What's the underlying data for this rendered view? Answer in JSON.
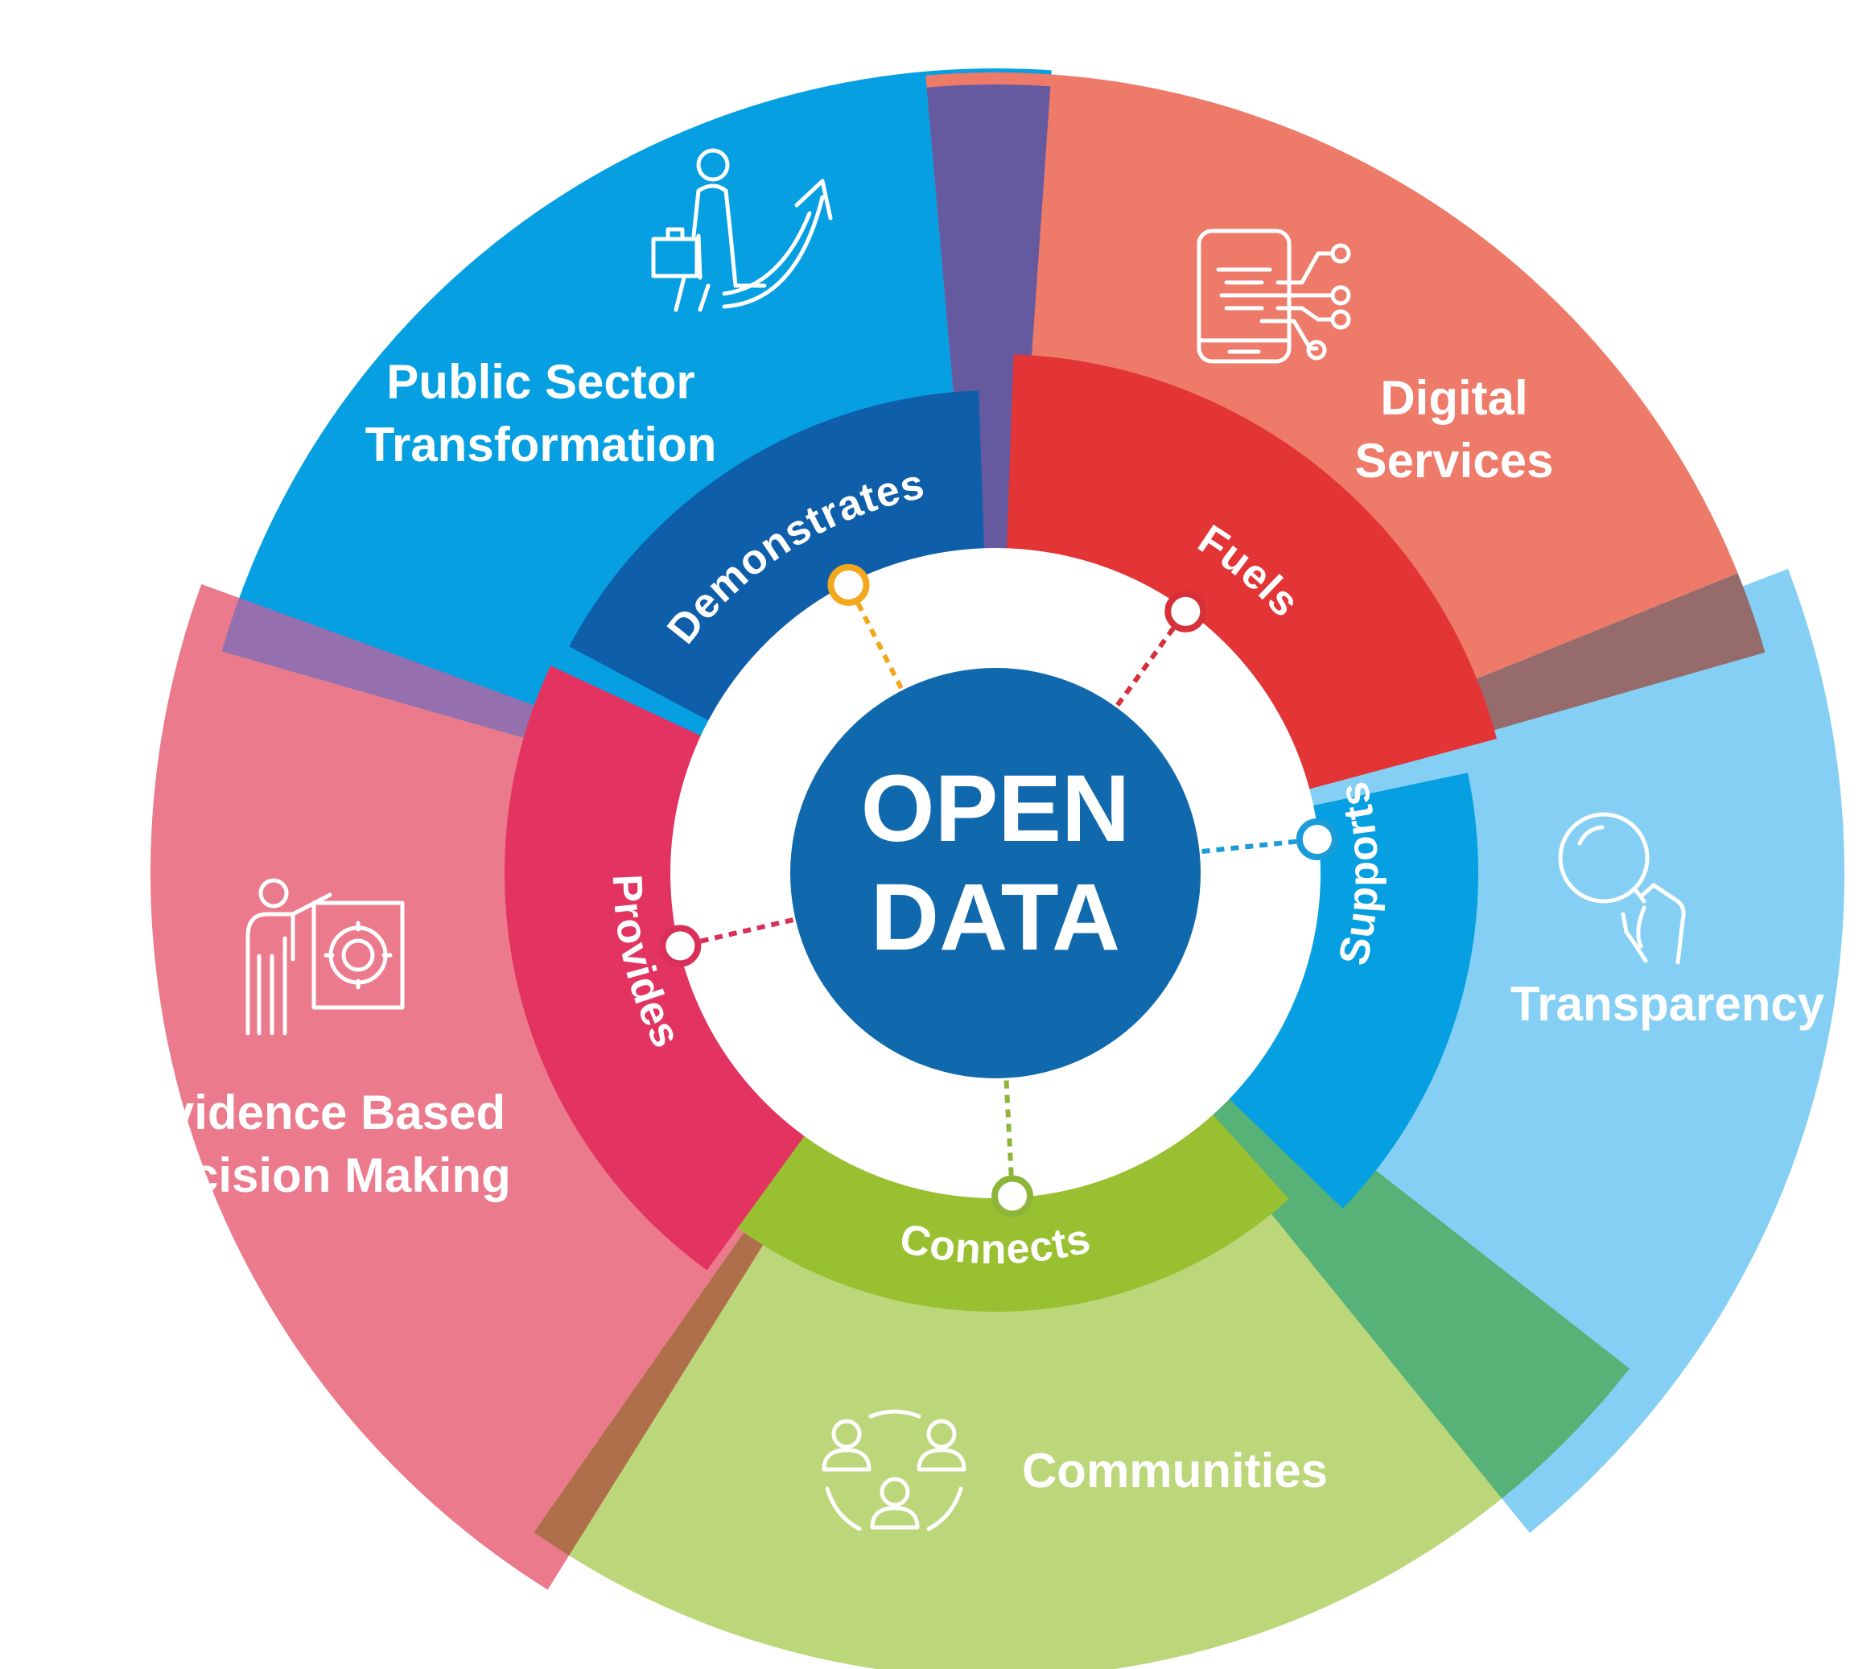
{
  "center": {
    "line1": "OPEN",
    "line2": "DATA"
  },
  "colors": {
    "center": "#1169AD",
    "ring": "#ffffff"
  },
  "sectors": [
    {
      "key": "public-sector",
      "outer_label": [
        "Public Sector",
        "Transformation"
      ],
      "inner_label": "Demonstrates",
      "icon": "person-climbing-arrow-icon",
      "outer_color": "#069FE1",
      "inner_color": "#0E5EAA",
      "node_color": "#F2A81D"
    },
    {
      "key": "digital-services",
      "outer_label": [
        "Digital",
        "Services"
      ],
      "inner_label": "Fuels",
      "icon": "smartphone-circuit-icon",
      "outer_color": "#EE7A69",
      "inner_color": "#E33436",
      "node_color": "#D8303A"
    },
    {
      "key": "transparency",
      "outer_label": [
        "Transparency"
      ],
      "inner_label": "Supports",
      "icon": "magnifier-hand-icon",
      "outer_color": "#86CFF4",
      "inner_color": "#069FE1",
      "node_color": "#1B9BD8"
    },
    {
      "key": "communities",
      "outer_label": [
        "Communities"
      ],
      "inner_label": "Connects",
      "icon": "community-people-icon",
      "outer_color": "#BCD67A",
      "inner_color": "#99C030",
      "node_color": "#8DB53A"
    },
    {
      "key": "evidence",
      "outer_label": [
        "Evidence Based",
        "Decision Making"
      ],
      "inner_label": "Provides",
      "icon": "presenter-gear-icon",
      "outer_color": "#EC7A8D",
      "inner_color": "#E33361",
      "node_color": "#D93058"
    }
  ],
  "overlap_colors": {
    "blue_red": "#6559A0",
    "blue_pink": "#9670AE",
    "red_lightblue": "#966B6C",
    "lightblue_green": "#57B277",
    "pink_green": "#AF6F4A"
  }
}
